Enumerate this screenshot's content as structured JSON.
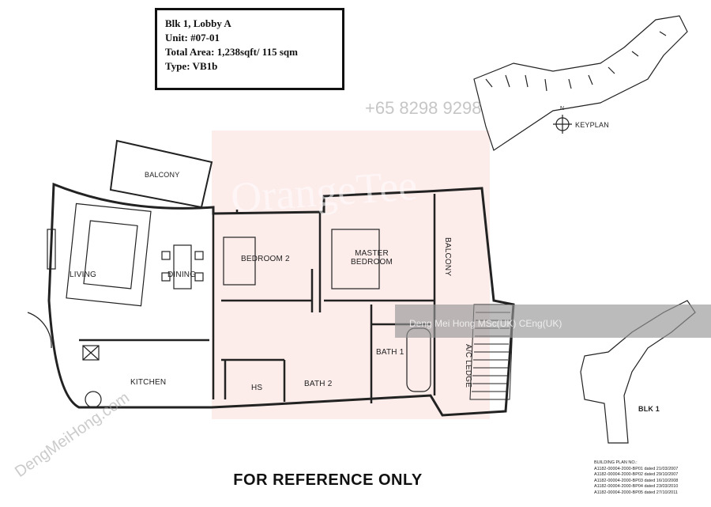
{
  "info_box": {
    "block": "Blk 1, Lobby A",
    "unit": "Unit: #07-01",
    "area": "Total Area: 1,238sqft/ 115 sqm",
    "type": "Type: VB1b"
  },
  "keyplan": {
    "label": "KEYPLAN",
    "north": "N"
  },
  "rooms": {
    "balcony_left": "BALCONY",
    "living": "LIVING",
    "dining": "DINING",
    "bedroom2": "BEDROOM 2",
    "master_line1": "MASTER",
    "master_line2": "BEDROOM",
    "balcony_right": "BALCONY",
    "kitchen": "KITCHEN",
    "hs": "HS",
    "bath2": "BATH 2",
    "bath1": "BATH 1",
    "ac_ledge": "A/C LEDGE"
  },
  "block_label": "BLK 1",
  "building_plan": {
    "title": "BUILDING PLAN NO.:",
    "entries": [
      "A1182-00004-2000-BP01 dated 21/03/2007",
      "A1182-00004-2000-BP02 dated 29/10/2007",
      "A1182-00004-2000-BP03 dated 16/10/2008",
      "A1182-00004-2000-BP04 dated 23/03/2010",
      "A1182-00004-2000-BP05 dated 27/10/2011"
    ]
  },
  "footer": "FOR REFERENCE ONLY",
  "watermarks": {
    "name": "Deng Mei Hong MSc(UK) CEng(UK)",
    "brand": "OrangeTee",
    "url": "DengMeiHong.com",
    "phone": "+65 8298 9298"
  }
}
